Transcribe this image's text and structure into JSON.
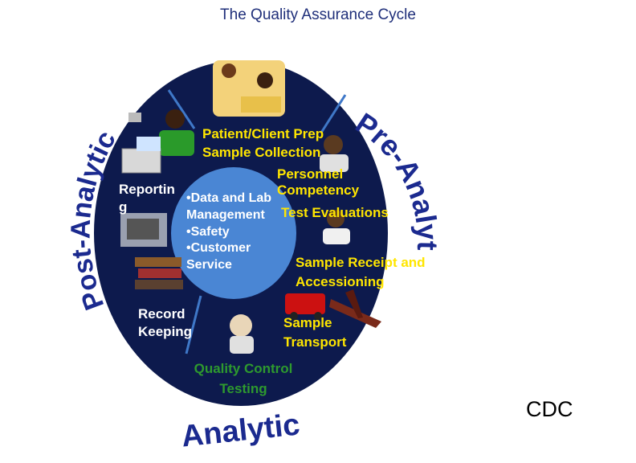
{
  "title": "The Quality Assurance Cycle",
  "phases": {
    "pre_analytic": "Pre-Analytic",
    "analytic": "Analytic",
    "post_analytic": "Post-Analytic"
  },
  "center": {
    "bullets": [
      "•Data and Lab Management",
      "•Safety",
      "•Customer Service"
    ]
  },
  "steps": {
    "patient_client": "Patient/Client Prep",
    "sample_collection": "Sample Collection",
    "personnel_competency": "Personnel Competency",
    "test_evaluations": "Test Evaluations",
    "sample_receipt": "Sample Receipt and Accessioning",
    "sample_transport": "Sample Transport",
    "quality_control": "Quality Control Testing",
    "record_keeping": "Record Keeping",
    "reporting": "Reporting"
  },
  "source": "CDC",
  "colors": {
    "outer_ring": "#0d1a4d",
    "inner_circle": "#4a86d4",
    "step_text": "#ffe600",
    "qc_text": "#2e9a2e",
    "phase_text": "#1b2a8f"
  }
}
